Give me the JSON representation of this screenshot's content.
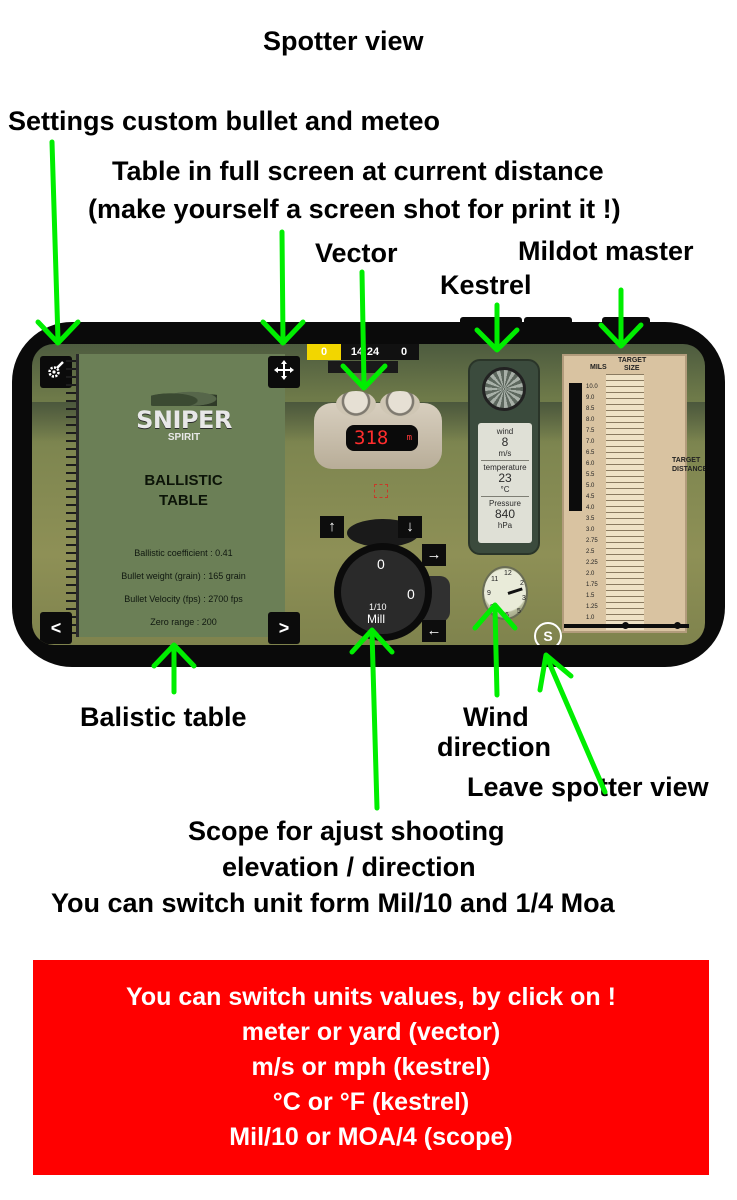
{
  "labels": {
    "spotter_view": "Spotter view",
    "settings": "Settings custom bullet and meteo",
    "table_full_line1": "Table in full screen at current distance",
    "table_full_line2": "(make yourself a screen shot for print it !)",
    "vector": "Vector",
    "mildot_master": "Mildot master",
    "kestrel": "Kestrel",
    "balistic_table": "Balistic table",
    "wind_line1": "Wind",
    "wind_line2": "direction",
    "leave_spotter": "Leave spotter view",
    "scope_line1": "Scope for ajust shooting",
    "scope_line2": "elevation / direction",
    "scope_line3": "You can switch unit form Mil/10 and 1/4 Moa"
  },
  "phone": {
    "topbar": {
      "left": "0",
      "mid": "14:24",
      "right": "0"
    },
    "settings_icon": "gear-wrench-icon",
    "fullscreen_icon": "move-arrows-icon",
    "book": {
      "logo": "SNIPER",
      "logo_sub": "SPIRIT",
      "title_line1": "BALLISTIC",
      "title_line2": "TABLE",
      "lines": [
        "Ballistic coefficient : 0.41",
        "Bullet weight (grain) : 165 grain",
        "Bullet Velocity (fps) : 2700 fps",
        "Zero range : 200"
      ],
      "prev": "<",
      "next": ">"
    },
    "vector": {
      "distance": "318",
      "unit": "m"
    },
    "kestrel": {
      "wind_label": "wind",
      "wind_value": "8",
      "wind_unit": "m/s",
      "temp_label": "temperature",
      "temp_value": "23",
      "temp_unit": "°C",
      "pressure_label": "Pressure",
      "pressure_value": "840",
      "pressure_unit": "hPa"
    },
    "scope": {
      "top_value": "0",
      "right_value": "0",
      "unit_line1": "1/10",
      "unit_line2": "Mill"
    },
    "scope_arrows": {
      "up": "↑",
      "down": "↓",
      "right": "→",
      "left": "←"
    },
    "leave_button": "S",
    "mildot": {
      "head_mils": "MILS",
      "head_target_l1": "TARGET",
      "head_target_l2": "SIZE",
      "side": "TARGET DISTANCE",
      "mil_ticks": [
        "10.0",
        "9.0",
        "8.5",
        "8.0",
        "7.5",
        "7.0",
        "6.5",
        "6.0",
        "5.5",
        "5.0",
        "4.5",
        "4.0",
        "3.5",
        "3.0",
        "2.75",
        "2.5",
        "2.25",
        "2.0",
        "1.75",
        "1.5",
        "1.25",
        "1.0"
      ]
    }
  },
  "infobox": {
    "line1": "You can switch units values, by click on !",
    "line2": "meter or yard (vector)",
    "line3": "m/s or mph (kestrel)",
    "line4": "°C or °F (kestrel)",
    "line5": "Mil/10 or MOA/4 (scope)"
  },
  "colors": {
    "annotation_arrow": "#00ee00",
    "infobox_bg": "#ff0000",
    "topbar_yellow": "#f2d600",
    "range_red": "#ff2d2d"
  }
}
